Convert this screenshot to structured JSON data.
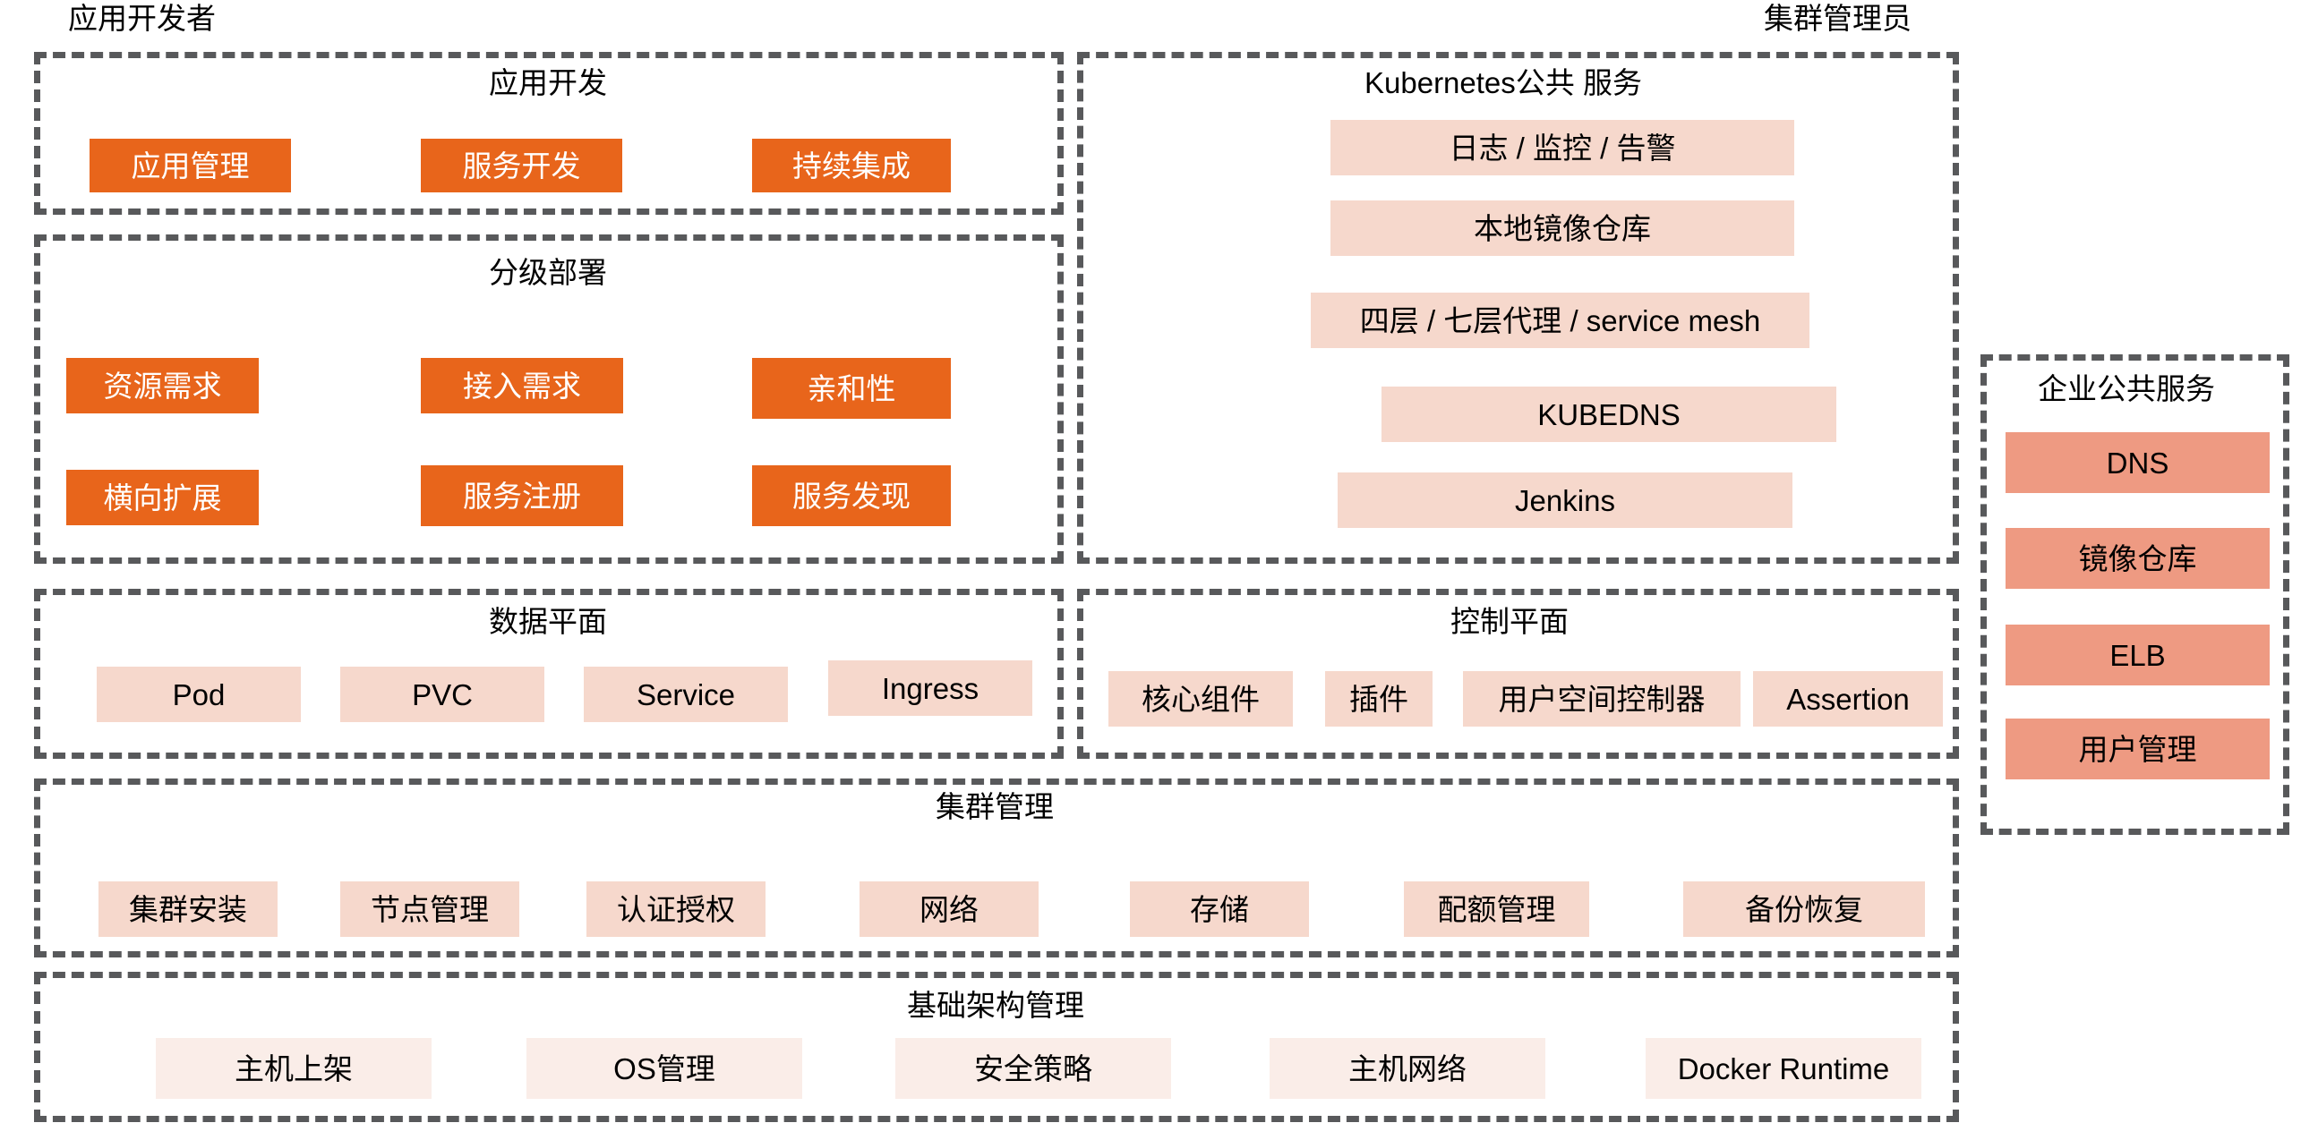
{
  "diagram": {
    "title_roles": {
      "left": "应用开发者",
      "right": "集群管理员"
    },
    "groups": {
      "app_dev": {
        "caption": "应用开发",
        "tiles": [
          "应用管理",
          "服务开发",
          "持续集成"
        ]
      },
      "tiered_deploy": {
        "caption": "分级部署",
        "tiles_row1": [
          "资源需求",
          "接入需求",
          "亲和性"
        ],
        "tiles_row2": [
          "横向扩展",
          "服务注册",
          "服务发现"
        ]
      },
      "k8s_public_services": {
        "caption": "Kubernetes公共 服务",
        "tiles": [
          "日志 / 监控 / 告警",
          "本地镜像仓库",
          "四层 / 七层代理 / service mesh",
          "KUBEDNS",
          "Jenkins"
        ]
      },
      "enterprise_services": {
        "caption": "企业公共服务",
        "tiles": [
          "DNS",
          "镜像仓库",
          "ELB",
          "用户管理"
        ]
      },
      "data_plane": {
        "caption": "数据平面",
        "tiles": [
          "Pod",
          "PVC",
          "Service",
          "Ingress"
        ]
      },
      "control_plane": {
        "caption": "控制平面",
        "tiles": [
          "核心组件",
          "插件",
          "用户空间控制器",
          "Assertion"
        ]
      },
      "cluster_management": {
        "caption": "集群管理",
        "tiles": [
          "集群安装",
          "节点管理",
          "认证授权",
          "网络",
          "存储",
          "配额管理",
          "备份恢复"
        ]
      },
      "infrastructure_management": {
        "caption": "基础架构管理",
        "tiles": [
          "主机上架",
          "OS管理",
          "安全策略",
          "主机网络",
          "Docker Runtime"
        ]
      }
    },
    "colors": {
      "orange": "#E8651B",
      "pink": "#F6D8CC",
      "salmon": "#EE9A82",
      "faint_pink": "#FAEDE8",
      "dashed_border": "#58595B",
      "text_dark": "#000000",
      "text_light": "#FFFFFF"
    }
  }
}
